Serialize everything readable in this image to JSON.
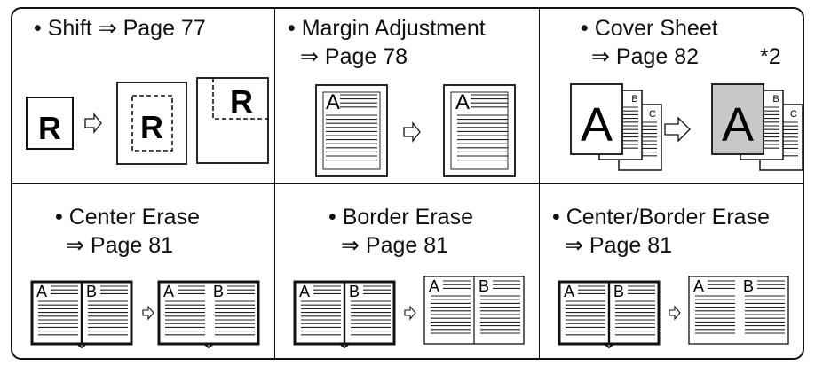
{
  "panels": [
    {
      "title": "• Shift",
      "ref": "⇒ Page 77",
      "inline": true
    },
    {
      "title": "• Margin Adjustment",
      "ref": "⇒ Page 78"
    },
    {
      "title": "• Cover Sheet",
      "ref": "⇒ Page 82",
      "note": "*2"
    },
    {
      "title": "• Center Erase",
      "ref": "⇒ Page 81"
    },
    {
      "title": "• Border Erase",
      "ref": "⇒ Page 81"
    },
    {
      "title": "• Center/Border Erase",
      "ref": "⇒ Page 81"
    }
  ],
  "figure_letters": {
    "r": "R",
    "a": "A",
    "b": "B",
    "c": "C"
  }
}
